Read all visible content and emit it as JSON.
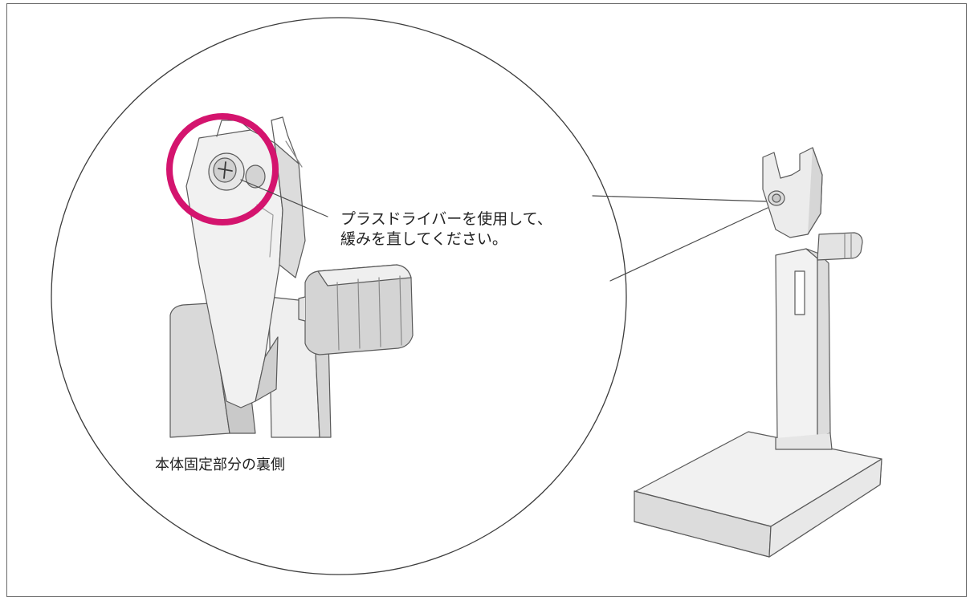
{
  "labels": {
    "instruction_line1": "プラスドライバーを使用して、",
    "instruction_line2": "緩みを直してください。",
    "caption": "本体固定部分の裏側"
  },
  "colors": {
    "highlight_ring": "#d4146e",
    "outline": "#5a5a5a",
    "body_light": "#f1f1f1",
    "body_shade": "#d9d9d9",
    "body_dark": "#bdbdbd"
  },
  "icons": {
    "screw": "phillips-screw-icon"
  }
}
